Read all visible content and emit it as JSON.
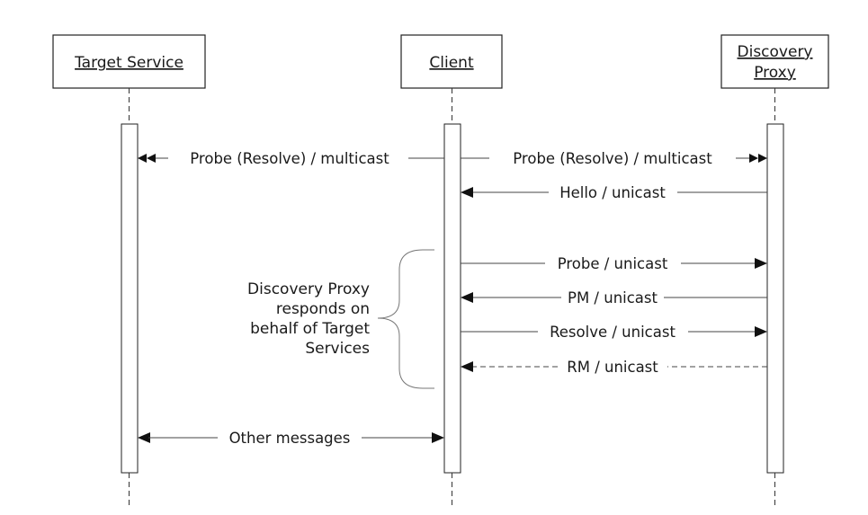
{
  "participants": {
    "target_service": "Target Service",
    "client": "Client",
    "discovery_proxy_line1": "Discovery",
    "discovery_proxy_line2": "Proxy"
  },
  "messages": {
    "probe_resolve_multicast_left": "Probe (Resolve) / multicast",
    "probe_resolve_multicast_right": "Probe (Resolve) / multicast",
    "hello_unicast": "Hello / unicast",
    "probe_unicast": "Probe / unicast",
    "pm_unicast": "PM / unicast",
    "resolve_unicast": "Resolve / unicast",
    "rm_unicast": "RM / unicast",
    "other_messages": "Other messages"
  },
  "note": {
    "line1": "Discovery Proxy",
    "line2": "responds on",
    "line3": "behalf of Target",
    "line4": "Services"
  }
}
